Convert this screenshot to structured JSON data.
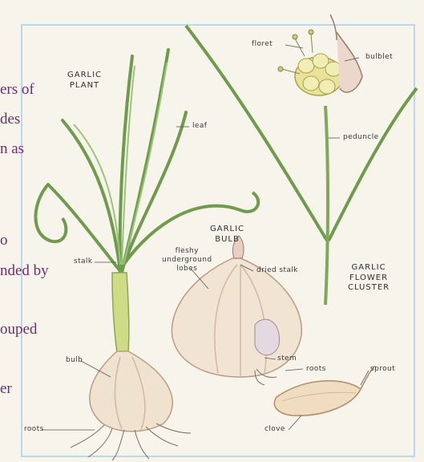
{
  "overlay_text_fragments": [
    "ers of",
    "des",
    "n as",
    "o",
    "nded by",
    "ouped",
    "er"
  ],
  "titles": {
    "plant": [
      "GARLIC",
      "PLANT"
    ],
    "bulb": [
      "GARLIC",
      "BULB"
    ],
    "flower": [
      "GARLIC",
      "FLOWER",
      "CLUSTER"
    ]
  },
  "labels": {
    "floret": "floret",
    "bulblet": "bulblet",
    "leaf": "leaf",
    "peduncle": "peduncle",
    "stalk": "stalk",
    "fleshy_lobes": [
      "fleshy",
      "underground",
      "lobes"
    ],
    "dried_stalk": "dried stalk",
    "bulb": "bulb",
    "stem": "stem",
    "roots_bulb": "roots",
    "sprout": "sprout",
    "roots_plant": "roots",
    "clove": "clove"
  },
  "colors": {
    "overlay_text": "#6b2f6e",
    "frame": "#b9d8ea",
    "leaf": "#7fa85a",
    "leaf_dark": "#4f7a3a",
    "bulb": "#efe2cf",
    "bulb_shade": "#d8b9a2"
  }
}
